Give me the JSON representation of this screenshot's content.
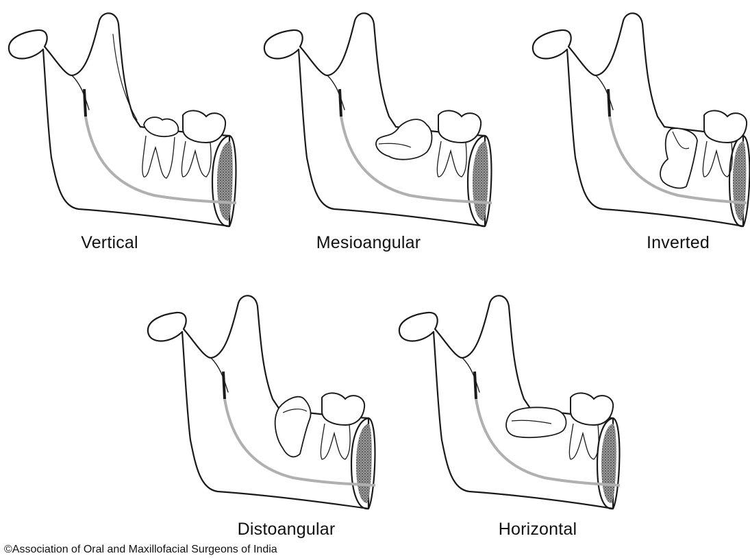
{
  "figure": {
    "panels": [
      {
        "id": "vertical",
        "label": "Vertical"
      },
      {
        "id": "mesioangular",
        "label": "Mesioangular"
      },
      {
        "id": "inverted",
        "label": "Inverted"
      },
      {
        "id": "distoangular",
        "label": "Distoangular"
      },
      {
        "id": "horizontal",
        "label": "Horizontal"
      }
    ],
    "copyright": "©Association of Oral and Maxillofacial Surgeons of India"
  },
  "colors": {
    "line": "#1a1a1a",
    "nerve_canal": "#b0b0b0",
    "bone_section": "#666666"
  }
}
